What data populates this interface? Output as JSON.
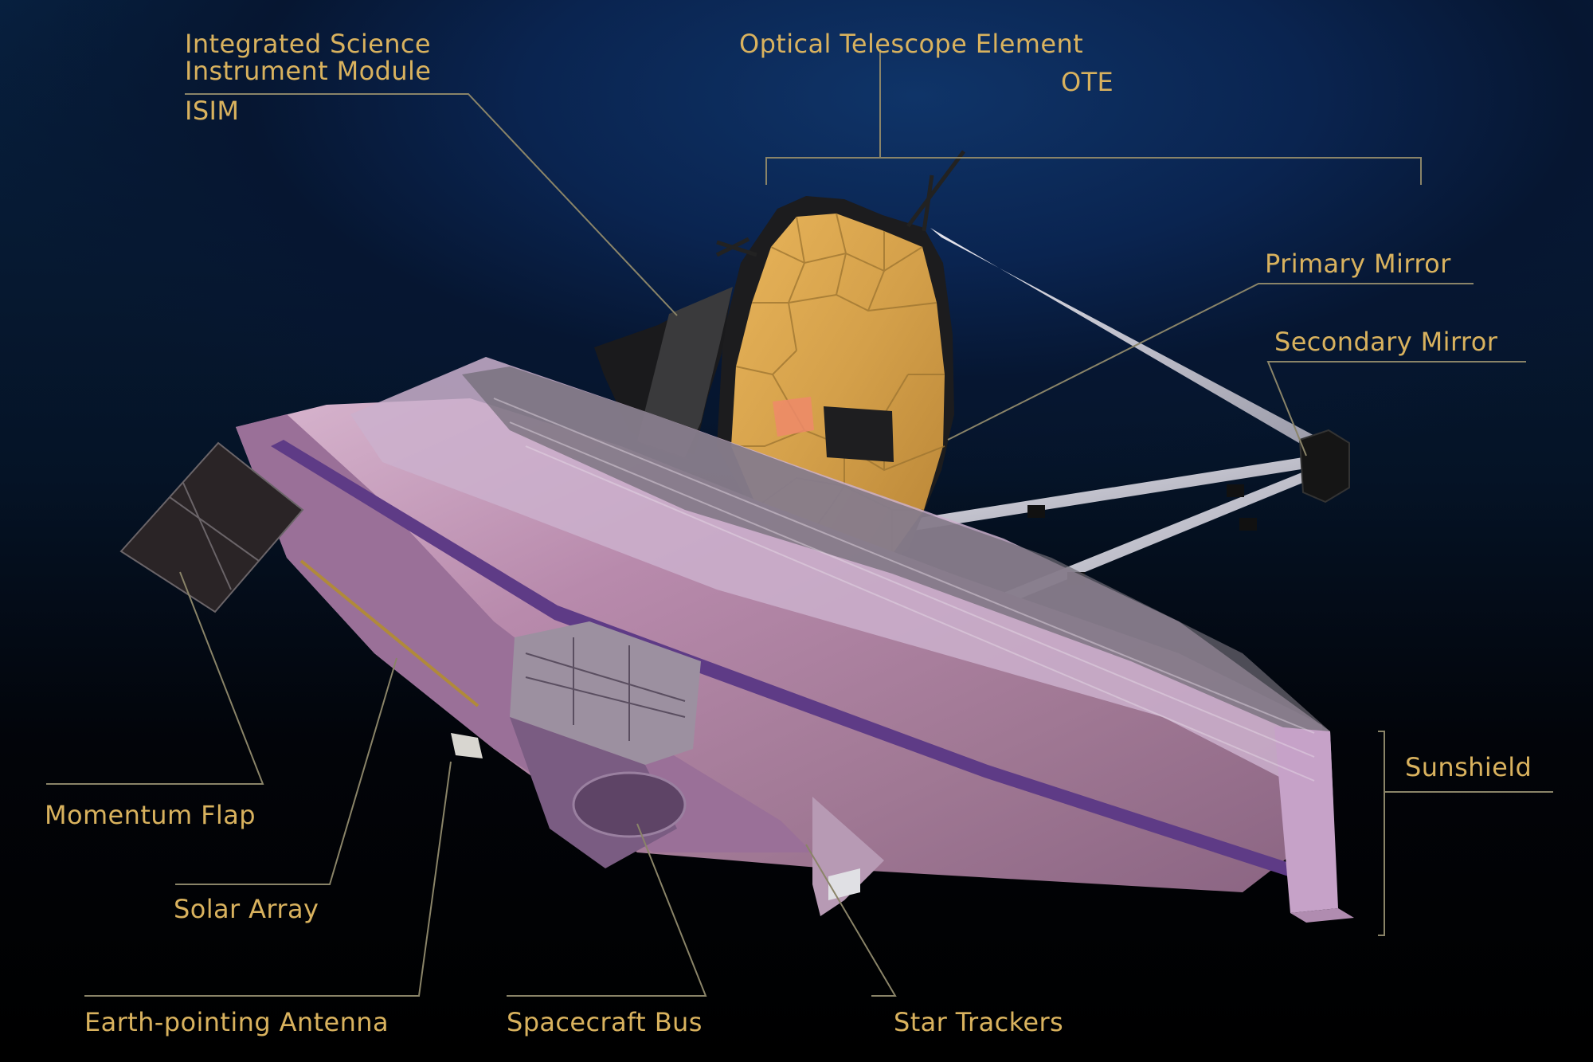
{
  "labels": {
    "isim_line1": "Integrated Science",
    "isim_line2": "Instrument Module",
    "isim_abbr": "ISIM",
    "ote_name": "Optical Telescope Element",
    "ote_abbr": "OTE",
    "primary_mirror": "Primary Mirror",
    "secondary_mirror": "Secondary Mirror",
    "sunshield": "Sunshield",
    "momentum_flap": "Momentum Flap",
    "solar_array": "Solar Array",
    "earth_antenna": "Earth-pointing Antenna",
    "spacecraft_bus": "Spacecraft Bus",
    "star_trackers": "Star Trackers"
  },
  "colors": {
    "label_text": "#d9b25e",
    "leader_line": "#8a8468",
    "mirror_gold": "#d9a74a",
    "sunshield_pink": "#b98ab0",
    "sunshield_edge": "#c9a4d4",
    "background_navy": "#0a2450"
  }
}
